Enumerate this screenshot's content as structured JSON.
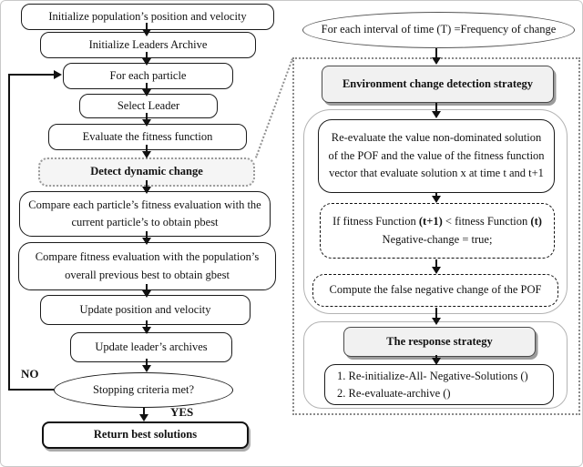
{
  "left_flow": {
    "nodes": {
      "init_population": "Initialize population’s position and velocity",
      "init_leaders": "Initialize Leaders Archive",
      "for_each_particle": "For each particle",
      "select_leader": "Select Leader",
      "evaluate_fitness": "Evaluate the fitness function",
      "detect_change": "Detect dynamic change",
      "compare_pbest": "Compare each particle’s fitness evaluation with the current particle’s to obtain pbest",
      "compare_gbest": "Compare fitness evaluation with the population’s overall previous best to obtain gbest",
      "update_position": "Update position and velocity",
      "update_archives": "Update leader’s archives",
      "stopping_criteria": "Stopping criteria met?",
      "return_best": "Return best solutions"
    },
    "no_label": "NO",
    "yes_label": "YES"
  },
  "right_flow": {
    "interval": "For each interval of time (T) =Frequency of change",
    "detection_title": "Environment change detection strategy",
    "reevaluate_line1": "Re-evaluate the value non-dominated solution",
    "reevaluate_line2": "of the POF and the value of the fitness function",
    "reevaluate_line3": "vector that evaluate solution x at time t and t+1",
    "condition_part1": "If fitness Function ",
    "condition_bold1": "(t+1)",
    "condition_part2": " < fitness Function ",
    "condition_bold2": "(t)",
    "condition_line2": "Negative-change = true;",
    "compute_label": "Compute the false negative change of the POF",
    "response_title": "The response strategy",
    "response_item1": "1. Re-initialize-All- Negative-Solutions ()",
    "response_item2": "2. Re-evaluate-archive ()"
  }
}
